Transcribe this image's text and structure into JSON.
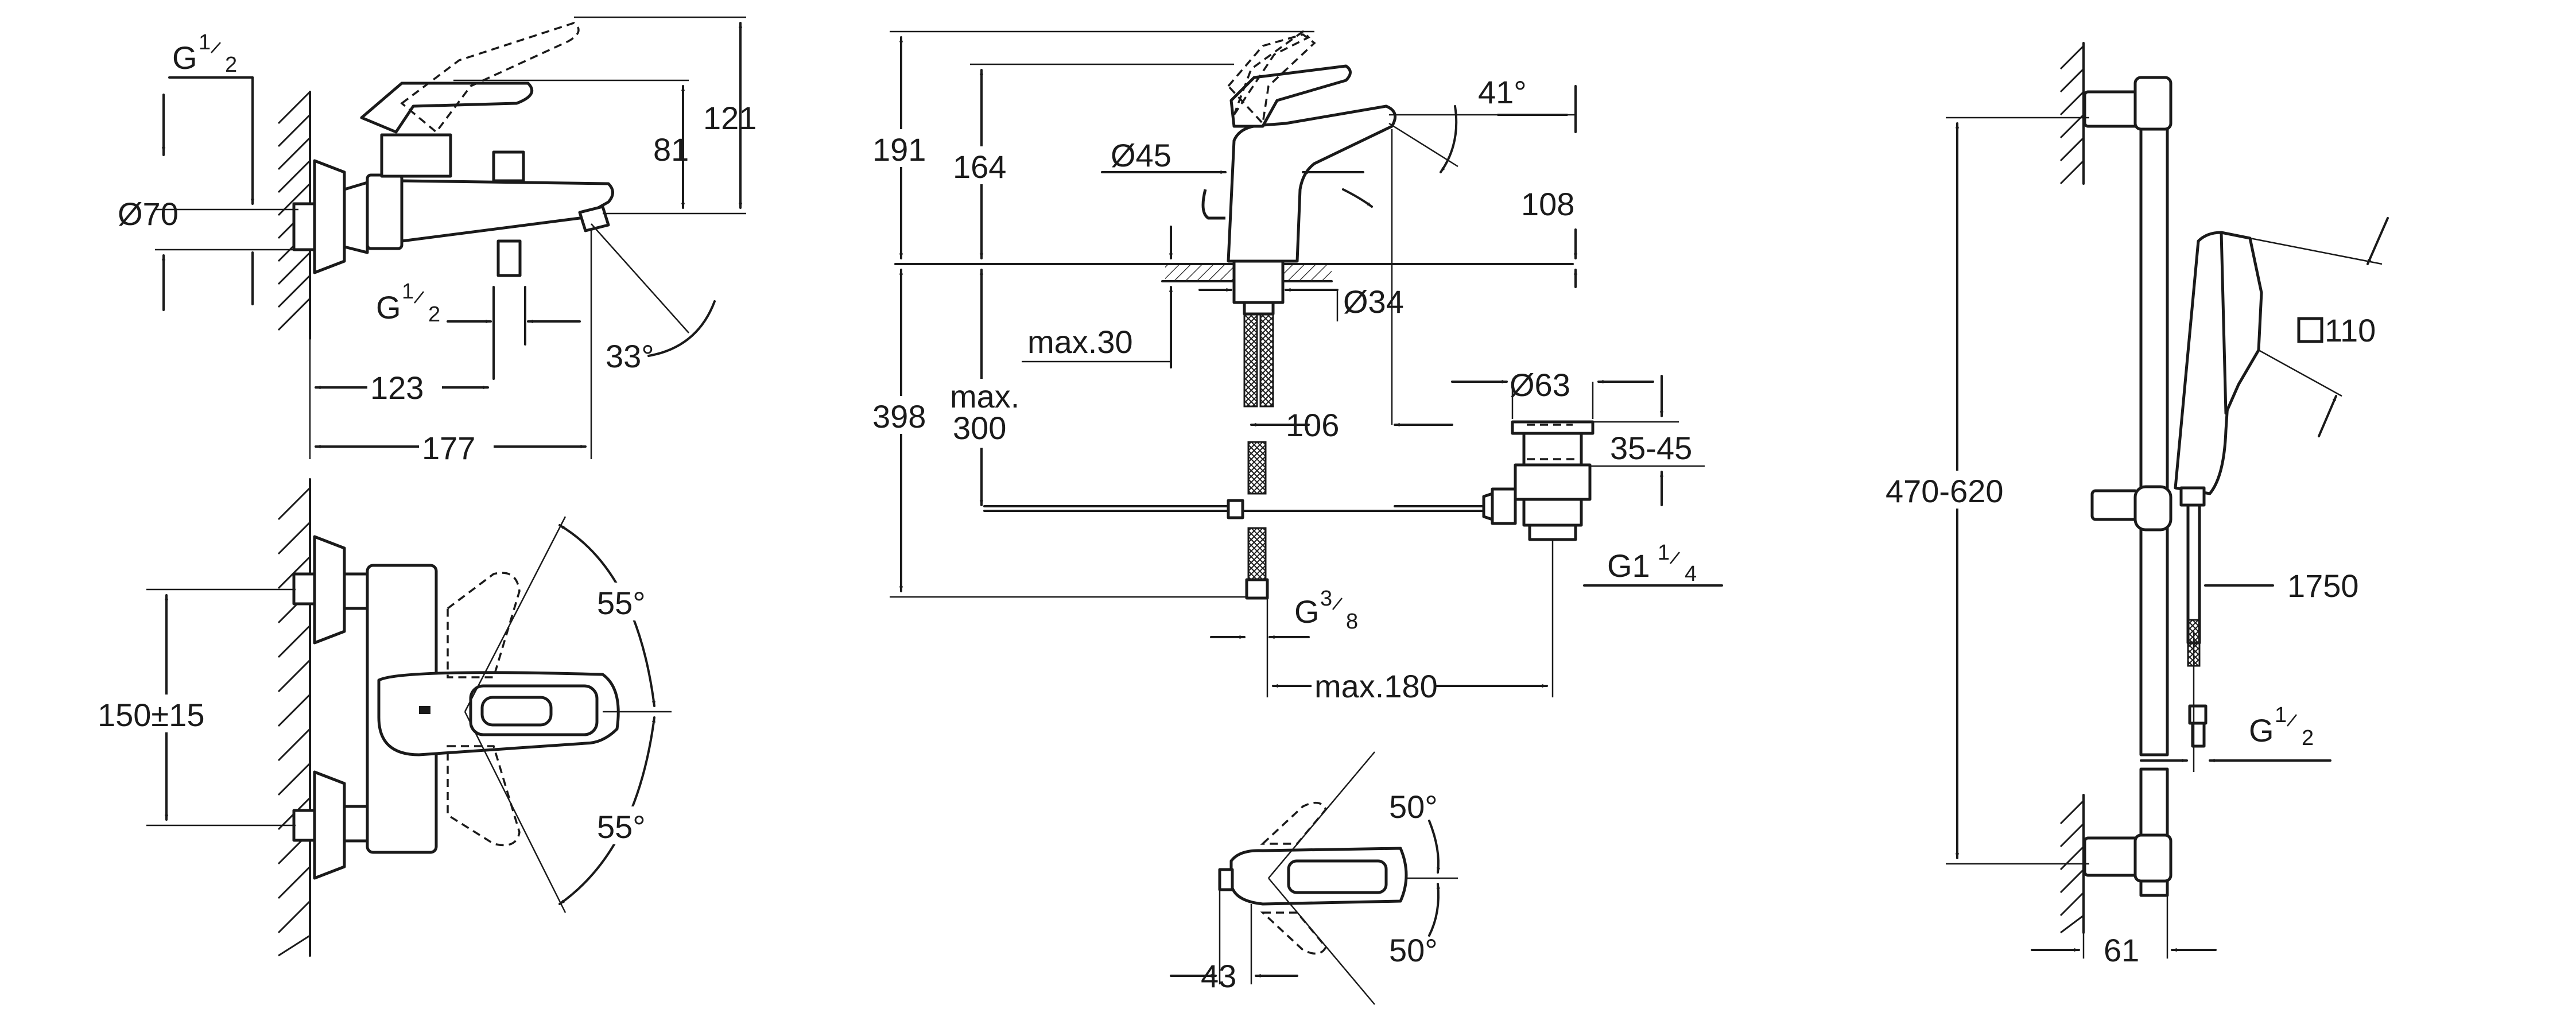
{
  "figures": {
    "bath_mixer_side": {
      "labels": {
        "thread_top": "G",
        "thread_top_sup": "1",
        "thread_top_sub": "2",
        "diameter": "Ø70",
        "height_total": "121",
        "height_spout": "81",
        "thread_inlet": "G",
        "thread_inlet_sup": "1",
        "thread_inlet_sub": "2",
        "spout_angle": "33°",
        "depth_inlet": "123",
        "depth_spout": "177"
      }
    },
    "bath_mixer_front": {
      "labels": {
        "centres": "150±15",
        "lever_angle_up": "55°",
        "lever_angle_down": "55°"
      }
    },
    "basin_mixer_side": {
      "labels": {
        "height_total": "191",
        "height_spout": "164",
        "spout_diameter": "Ø45",
        "lever_angle": "41°",
        "spout_height": "108",
        "base_diameter": "Ø34",
        "deck_thickness": "max.30",
        "below_deck": "398",
        "hose_length_line1": "max.",
        "hose_length_line2": "300",
        "spout_reach": "106",
        "waste_diameter": "Ø63",
        "waste_range": "35-45",
        "waste_thread": "G1",
        "waste_thread_sup": "1",
        "waste_thread_sub": "4",
        "hose_thread": "G",
        "hose_thread_sup": "3",
        "hose_thread_sub": "8",
        "waste_offset": "max.180"
      }
    },
    "basin_mixer_top": {
      "labels": {
        "angle_left": "50°",
        "angle_right": "50°",
        "lever_length": "43"
      }
    },
    "shower_rail": {
      "labels": {
        "head_size": "110",
        "rail_range": "470-620",
        "hose_length": "1750",
        "thread": "G",
        "thread_sup": "1",
        "thread_sub": "2",
        "rail_depth": "61"
      }
    }
  }
}
